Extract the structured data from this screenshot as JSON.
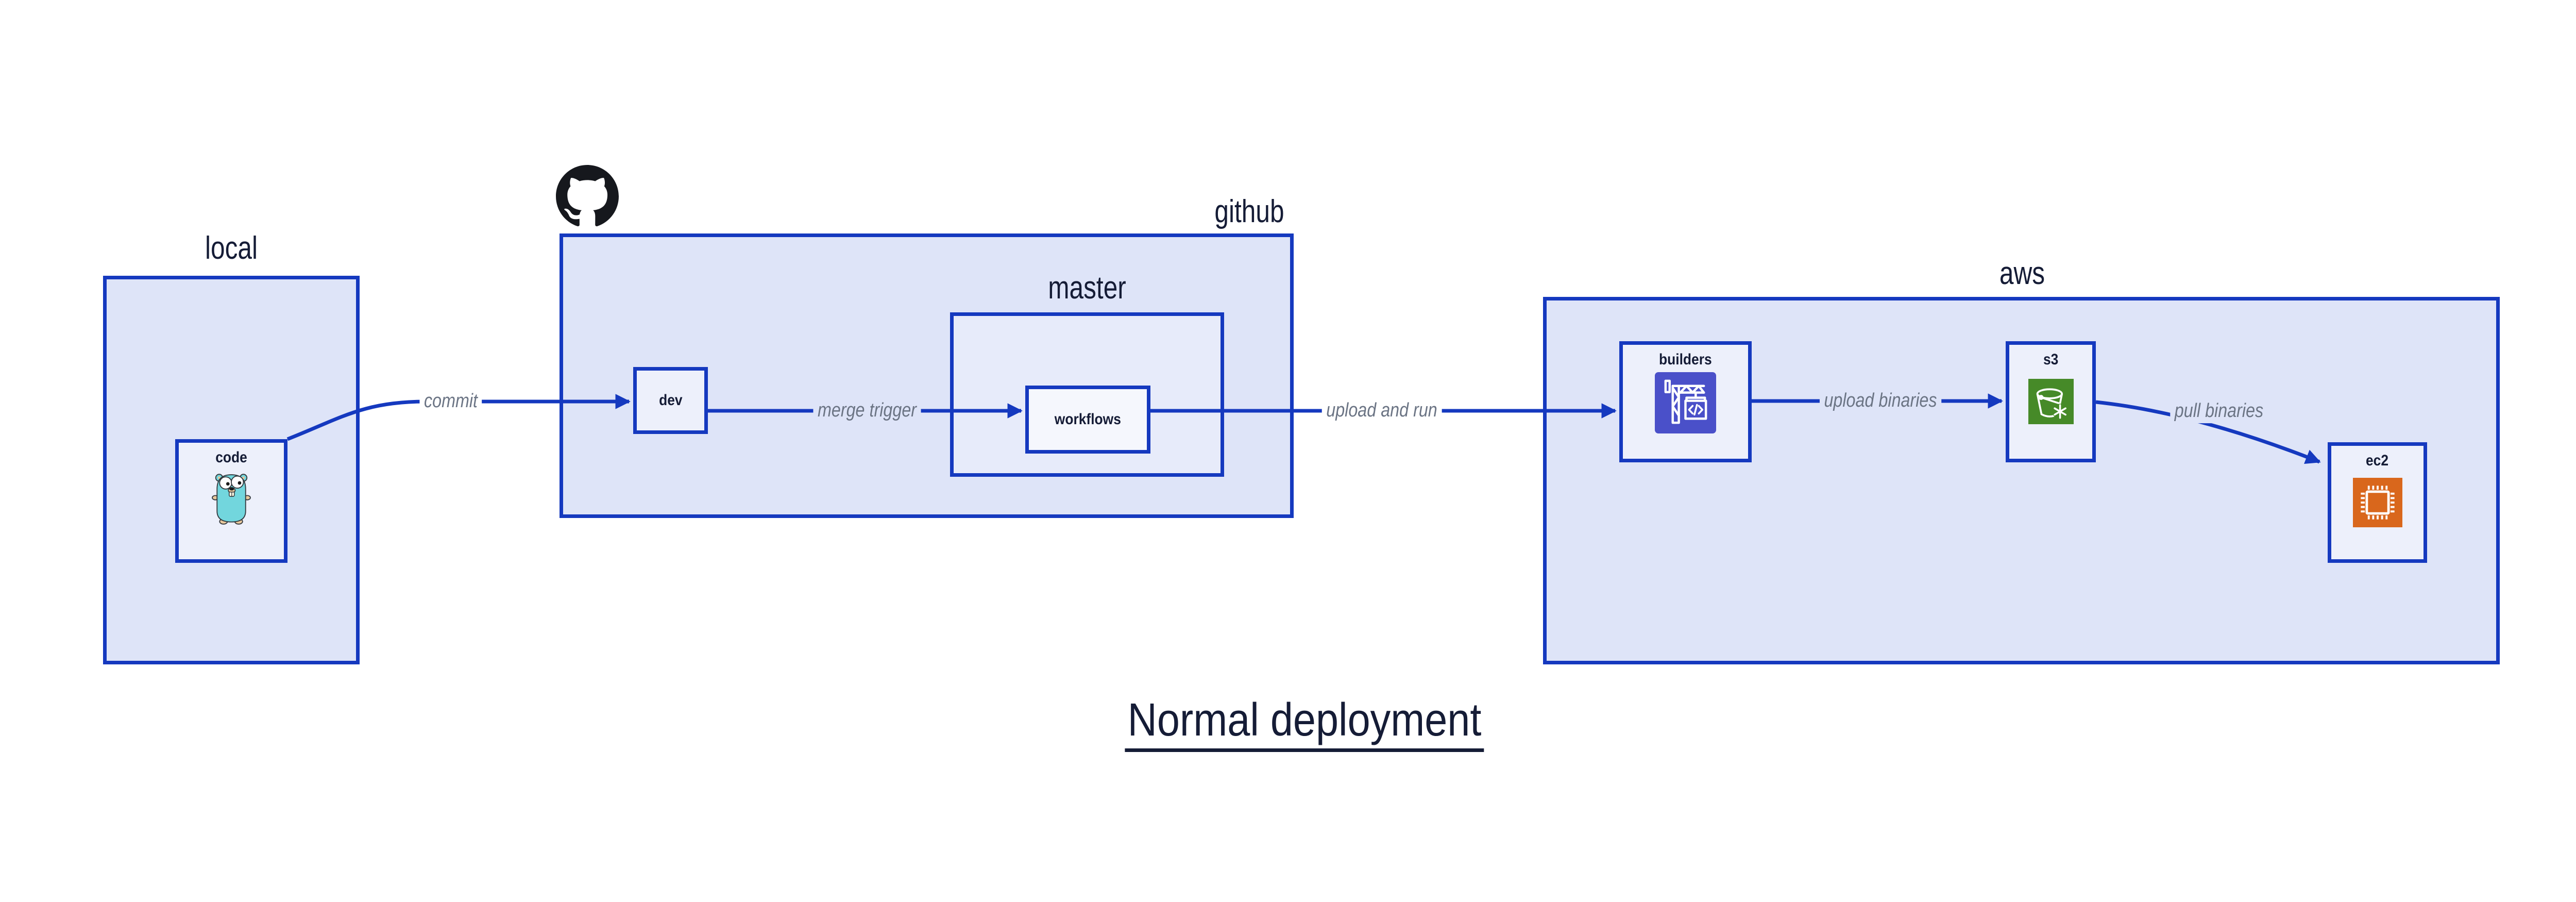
{
  "title": {
    "text": "Normal deployment"
  },
  "zones": {
    "local": {
      "label": "local"
    },
    "github": {
      "label": "github"
    },
    "master": {
      "label": "master"
    },
    "aws": {
      "label": "aws"
    }
  },
  "nodes": {
    "code": {
      "label": "code",
      "icon": "go-gopher-icon"
    },
    "dev": {
      "label": "dev"
    },
    "workflows": {
      "label": "workflows"
    },
    "builders": {
      "label": "builders",
      "icon": "codebuild-crane-icon"
    },
    "s3": {
      "label": "s3",
      "icon": "s3-glacier-bucket-icon"
    },
    "ec2": {
      "label": "ec2",
      "icon": "ec2-chip-icon"
    }
  },
  "edges": [
    {
      "id": "commit",
      "label": "commit",
      "from": "code",
      "to": "dev"
    },
    {
      "id": "merge-trigger",
      "label": "merge trigger",
      "from": "dev",
      "to": "workflows"
    },
    {
      "id": "upload-and-run",
      "label": "upload and run",
      "from": "workflows",
      "to": "builders"
    },
    {
      "id": "upload-binaries",
      "label": "upload binaries",
      "from": "builders",
      "to": "s3"
    },
    {
      "id": "pull-binaries",
      "label": "pull binaries",
      "from": "s3",
      "to": "ec2"
    }
  ],
  "icons": {
    "header_logo": "github-octocat-icon"
  },
  "colors": {
    "border_blue": "#1539bf",
    "zone_fill": "#dee4f8",
    "nested_zone_fill": "#e7ebfa",
    "node_fill": "#edf0fb",
    "workflows_fill": "#f5f7fd",
    "text_navy": "#151c36",
    "edge_label_gray": "#6b7484",
    "codebuild_purple": "#4a50c9",
    "s3_green": "#468a28",
    "ec2_orange": "#d9671c",
    "gopher_teal": "#72d6dd",
    "octocat_black": "#16181d"
  }
}
